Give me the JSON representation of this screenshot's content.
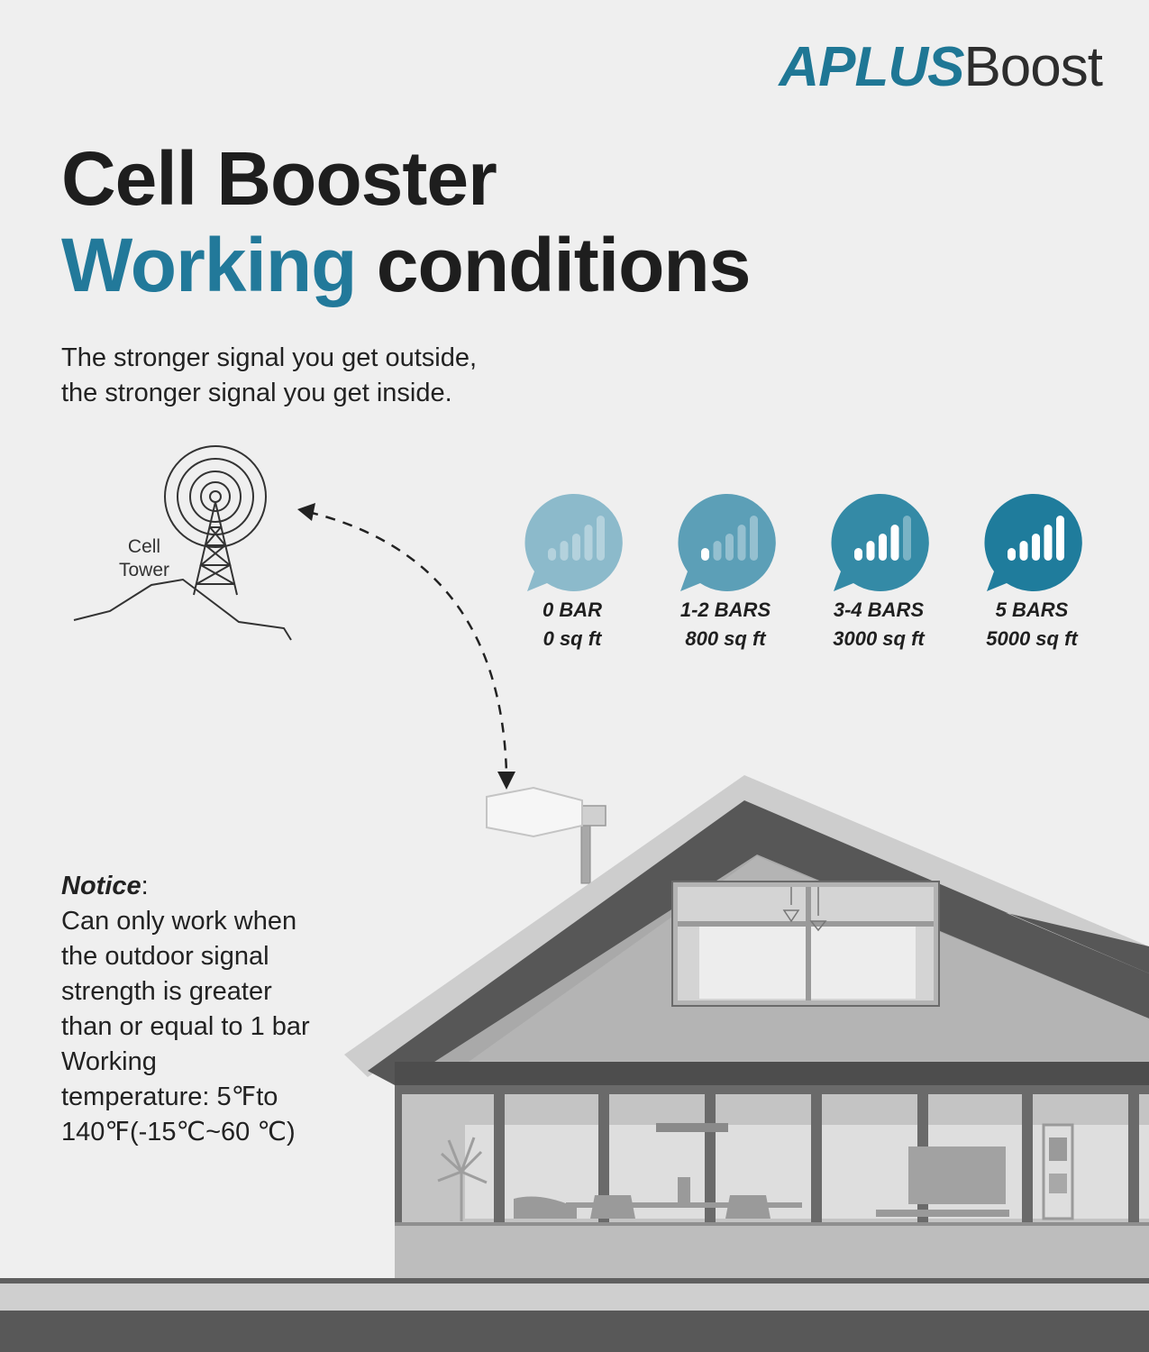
{
  "brand": {
    "part1": "APLUS",
    "part2": "Boost"
  },
  "title": {
    "line1": "Cell Booster",
    "accent": "Working",
    "rest": " conditions"
  },
  "subtitle": {
    "line1": "The stronger signal you get outside,",
    "line2": "the stronger signal you get inside."
  },
  "tower": {
    "line1": "Cell",
    "line2": "Tower"
  },
  "levels": [
    {
      "bars": "0 BAR",
      "area": "0 sq ft",
      "filled": 0,
      "color": "#8cbacb"
    },
    {
      "bars": "1-2 BARS",
      "area": "800 sq ft",
      "filled": 1,
      "color": "#5c9fb7"
    },
    {
      "bars": "3-4 BARS",
      "area": "3000 sq ft",
      "filled": 4,
      "color": "#348aa6"
    },
    {
      "bars": "5 BARS",
      "area": "5000 sq ft",
      "filled": 5,
      "color": "#1f7c9c"
    }
  ],
  "notice": {
    "heading": "Notice",
    "colon": ":",
    "lines": [
      "Can only work when",
      "the outdoor signal",
      "strength is greater",
      "than or equal to 1 bar",
      "Working",
      "temperature: 5℉to",
      "140℉(-15℃~60 ℃)"
    ]
  },
  "colors": {
    "accent": "#22799a",
    "background": "#efefef",
    "roof": "#5a5a5a"
  }
}
